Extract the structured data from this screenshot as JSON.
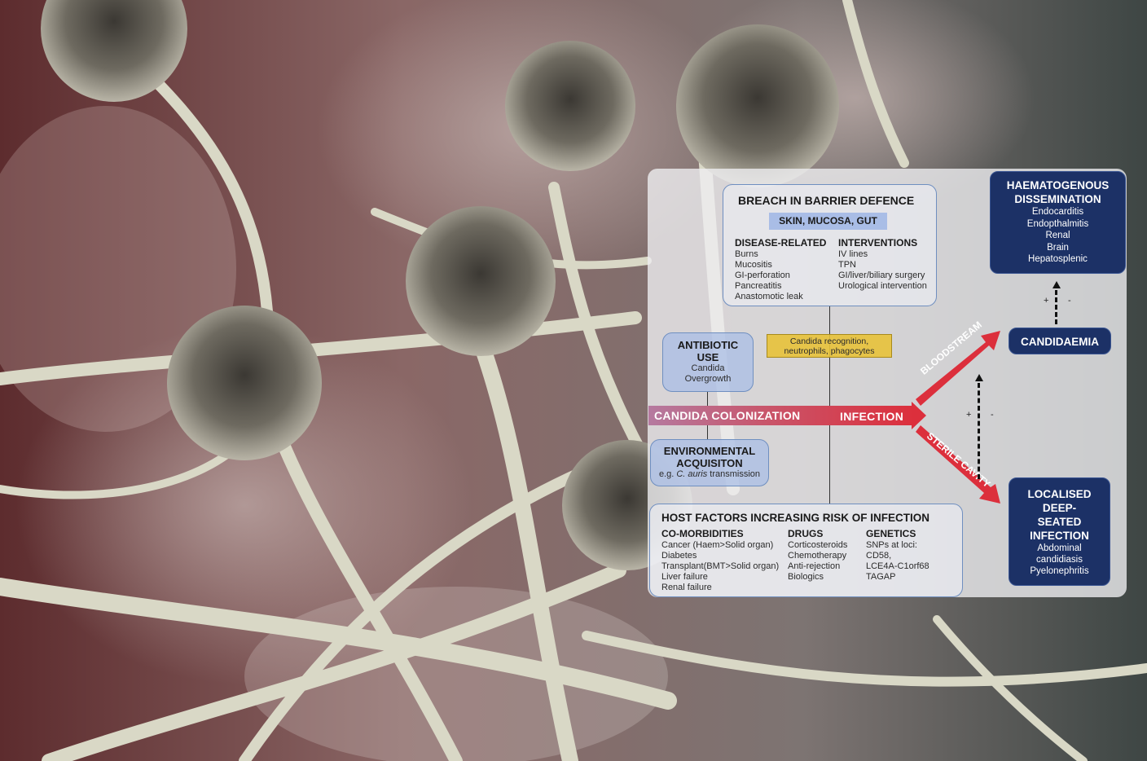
{
  "barrier": {
    "title": "BREACH IN BARRIER DEFENCE",
    "subtitle": "SKIN, MUCOSA, GUT",
    "disease_header": "DISEASE-RELATED",
    "disease_items": [
      "Burns",
      "Mucositis",
      "GI-perforation",
      "Pancreatitis",
      "Anastomotic leak"
    ],
    "interventions_header": "INTERVENTIONS",
    "interventions_items": [
      "IV lines",
      "TPN",
      "GI/liver/biliary surgery",
      "Urological intervention"
    ]
  },
  "antibiotic": {
    "title_line1": "ANTIBIOTIC",
    "title_line2": "USE",
    "sub_line1": "Candida",
    "sub_line2": "Overgrowth"
  },
  "recognition": {
    "line1": "Candida recognition,",
    "line2": "neutrophils, phagocytes"
  },
  "flow": {
    "colonization": "CANDIDA COLONIZATION",
    "infection": "INFECTION",
    "bloodstream": "BLOODSTREAM",
    "sterile_cavity": "STERILE CAVITY"
  },
  "environmental": {
    "title_line1": "ENVIRONMENTAL",
    "title_line2": "ACQUISITON",
    "sub_prefix": "e.g. ",
    "sub_italic": "C. auris",
    "sub_suffix": " transmission"
  },
  "host": {
    "title": "HOST FACTORS INCREASING RISK OF INFECTION",
    "comorbidities_header": "CO-MORBIDITIES",
    "comorbidities_items": [
      "Cancer (Haem>Solid organ)",
      "Diabetes",
      "Transplant(BMT>Solid organ)",
      "Liver failure",
      "Renal failure"
    ],
    "drugs_header": "DRUGS",
    "drugs_items": [
      "Corticosteroids",
      "Chemotherapy",
      "Anti-rejection",
      "Biologics"
    ],
    "genetics_header": "GENETICS",
    "genetics_items": [
      "SNPs at loci:",
      "CD58,",
      "LCE4A-C1orf68",
      "TAGAP"
    ]
  },
  "haematogenous": {
    "title_line1": "HAEMATOGENOUS",
    "title_line2": "DISSEMINATION",
    "items": [
      "Endocarditis",
      "Endopthalmitis",
      "Renal",
      "Brain",
      "Hepatosplenic"
    ]
  },
  "candidaemia": {
    "title": "CANDIDAEMIA"
  },
  "localised": {
    "title_lines": [
      "LOCALISED",
      "DEEP-",
      "SEATED",
      "INFECTION"
    ],
    "items": [
      "Abdominal",
      "candidiasis",
      "Pyelonephritis"
    ]
  },
  "signs": {
    "plus": "+",
    "minus": "-"
  },
  "colors": {
    "navy": "#1c3166",
    "red": "#dc2f3c",
    "yellow": "#e8c23a",
    "light_blue": "#a9bde6",
    "border_blue": "#6f8fc0"
  }
}
